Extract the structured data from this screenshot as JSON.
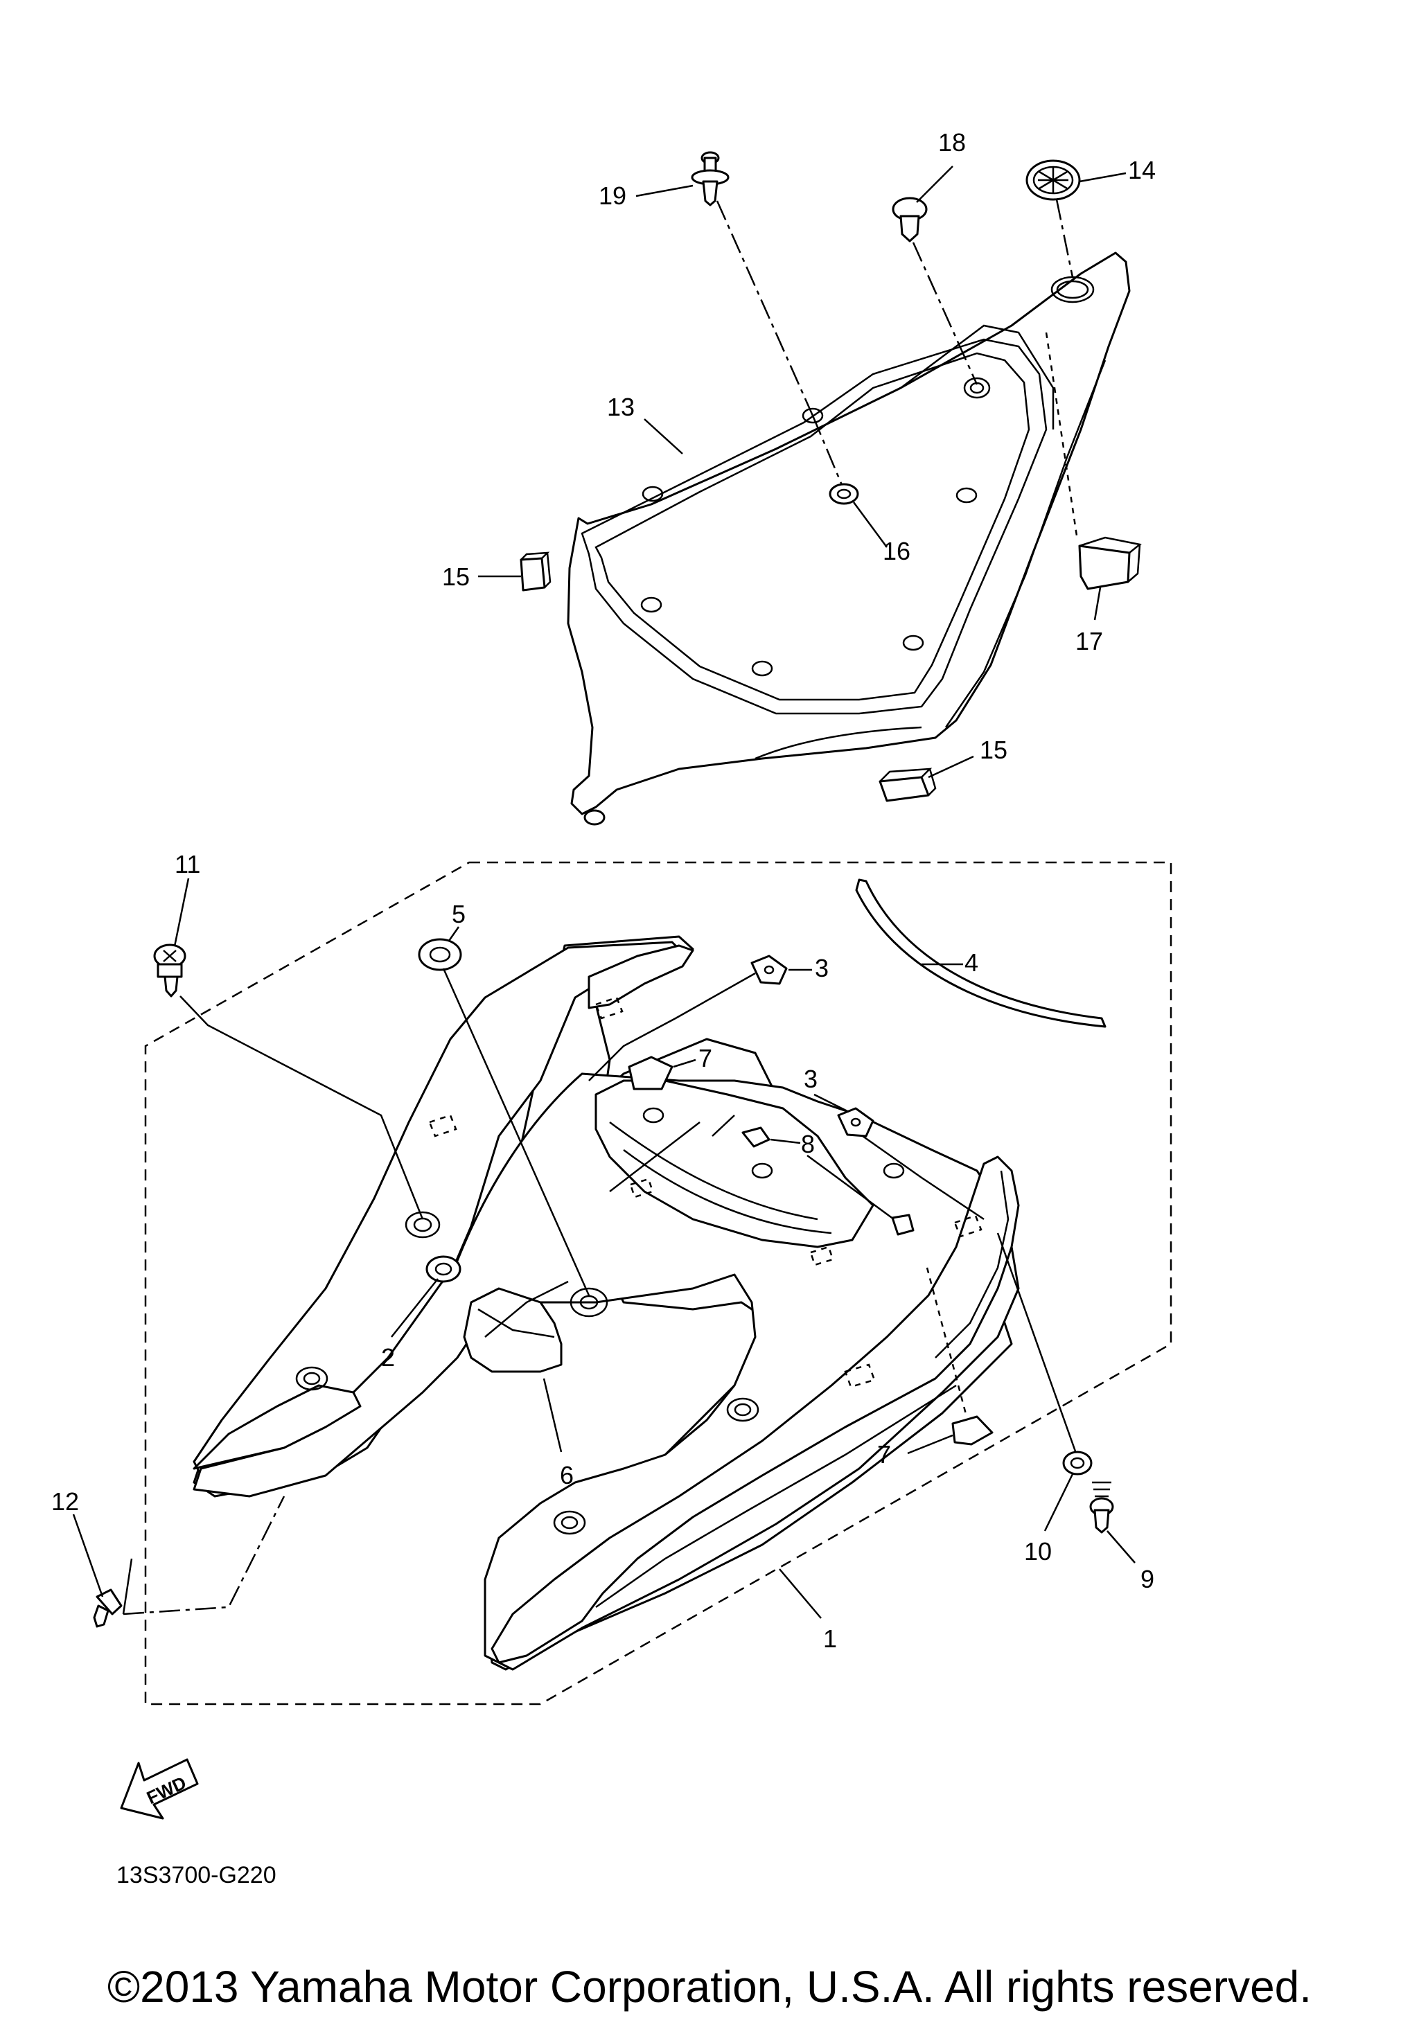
{
  "diagram_code": "13S3700-G220",
  "copyright": "©2013 Yamaha Motor Corporation, U.S.A. All rights reserved.",
  "fwd_label": "FWD",
  "callouts": [
    {
      "id": "c19",
      "label": "19"
    },
    {
      "id": "c18",
      "label": "18"
    },
    {
      "id": "c14",
      "label": "14"
    },
    {
      "id": "c13",
      "label": "13"
    },
    {
      "id": "c16",
      "label": "16"
    },
    {
      "id": "c15a",
      "label": "15"
    },
    {
      "id": "c17",
      "label": "17"
    },
    {
      "id": "c15b",
      "label": "15"
    },
    {
      "id": "c11",
      "label": "11"
    },
    {
      "id": "c5",
      "label": "5"
    },
    {
      "id": "c3a",
      "label": "3"
    },
    {
      "id": "c4",
      "label": "4"
    },
    {
      "id": "c7a",
      "label": "7"
    },
    {
      "id": "c3b",
      "label": "3"
    },
    {
      "id": "c8",
      "label": "8"
    },
    {
      "id": "c2",
      "label": "2"
    },
    {
      "id": "c6",
      "label": "6"
    },
    {
      "id": "c7b",
      "label": "7"
    },
    {
      "id": "c10",
      "label": "10"
    },
    {
      "id": "c9",
      "label": "9"
    },
    {
      "id": "c12",
      "label": "12"
    },
    {
      "id": "c1",
      "label": "1"
    }
  ]
}
